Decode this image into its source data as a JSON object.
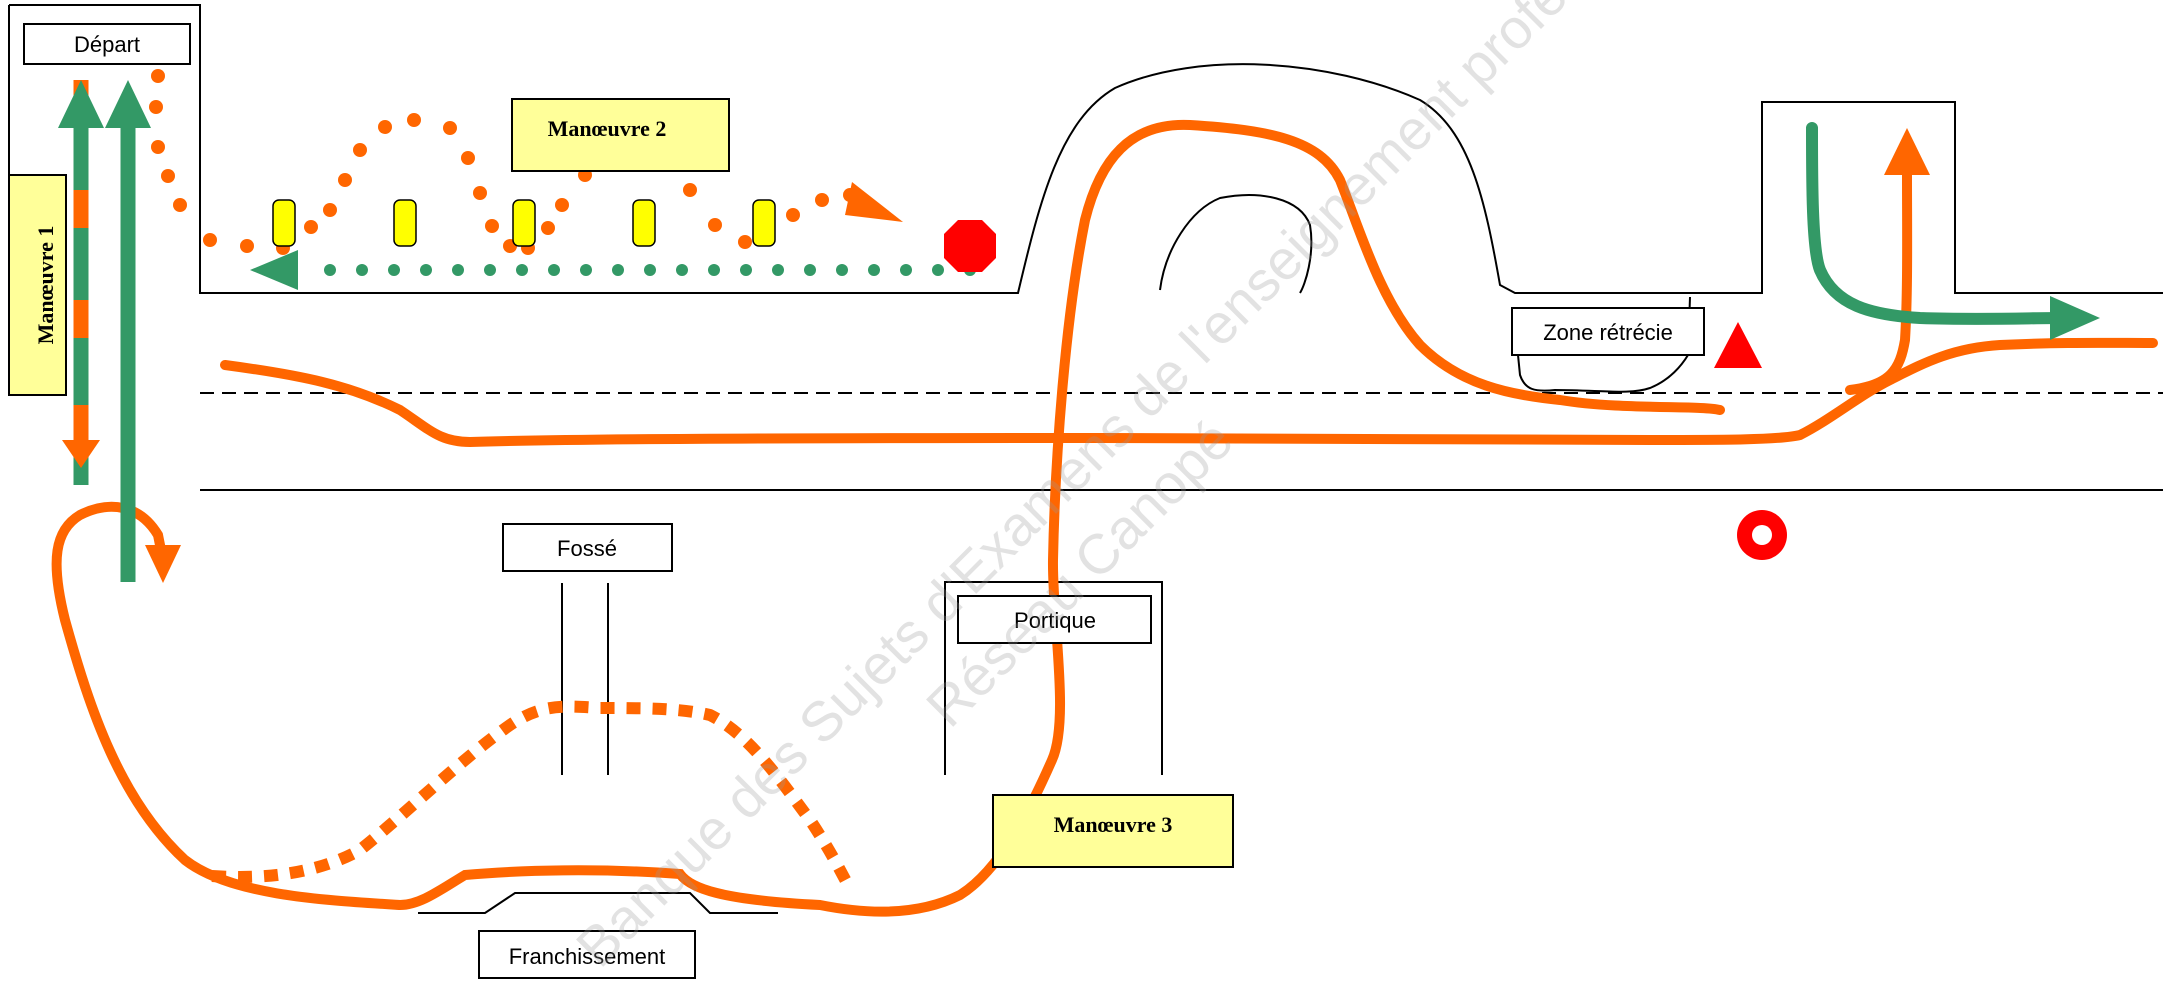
{
  "labels": {
    "depart": "Départ",
    "manoeuvre1": "Manœuvre 1",
    "manoeuvre2": "Manœuvre 2",
    "manoeuvre3": "Manœuvre 3",
    "zone_retrecie": "Zone rétrécie",
    "fosse": "Fossé",
    "portique": "Portique",
    "franchissement": "Franchissement"
  },
  "watermark": {
    "line1": "Banque des Sujets d'Examens de l'enseignement professionnel",
    "line2": "Réseau Canopé"
  },
  "colors": {
    "orange_path": "#ff6600",
    "green_path": "#339966",
    "label_yellow": "#ffff99",
    "cone_yellow": "#ffff00",
    "stop_red": "#ff0000"
  },
  "icons": {
    "cones": "cone-icon",
    "stop": "stop-sign-icon",
    "warning": "warning-triangle-icon",
    "no_entry": "no-entry-sign-icon"
  }
}
